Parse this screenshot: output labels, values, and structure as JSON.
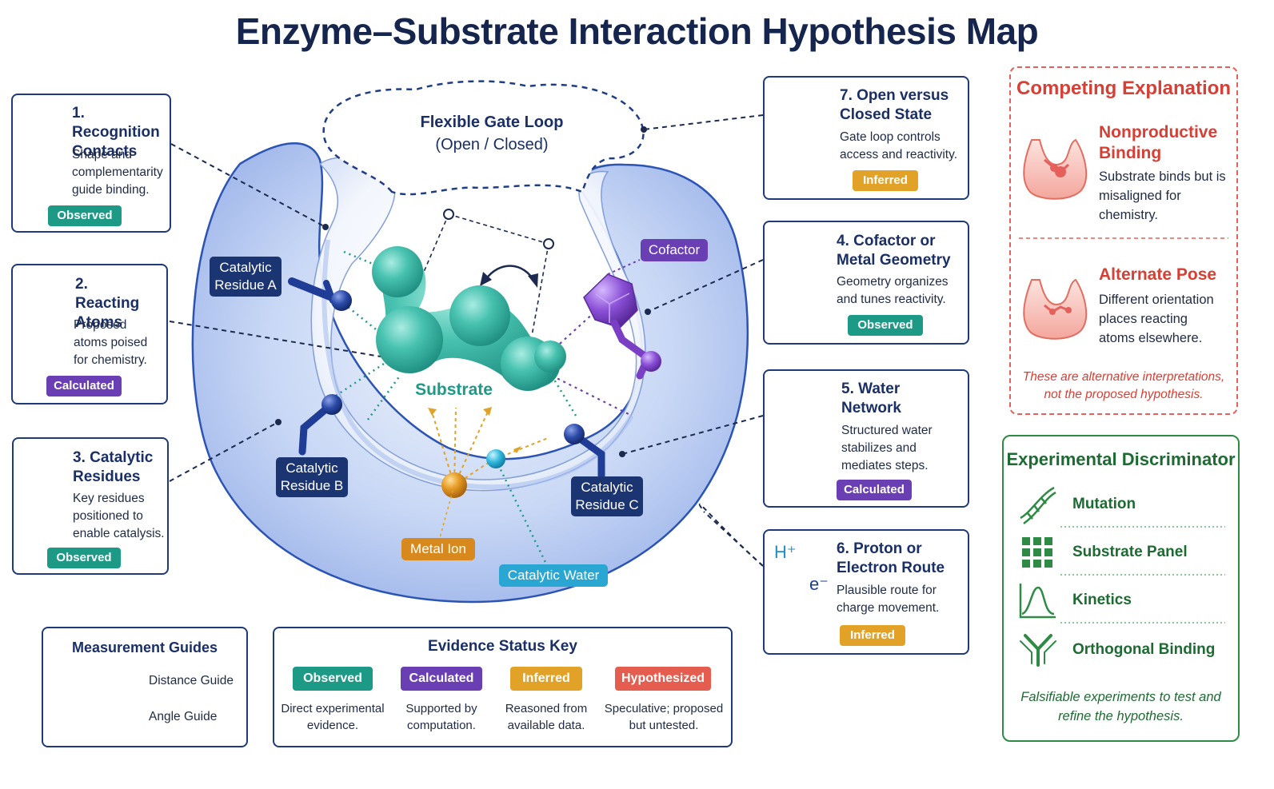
{
  "title": "Enzyme–Substrate Interaction Hypothesis Map",
  "center": {
    "gate_loop": "Flexible Gate Loop",
    "gate_loop_state": "(Open / Closed)",
    "substrate": "Substrate",
    "residue_a": "Catalytic Residue A",
    "residue_b": "Catalytic Residue B",
    "residue_c": "Catalytic Residue C",
    "cofactor": "Cofactor",
    "metal_ion": "Metal Ion",
    "catalytic_water": "Catalytic Water"
  },
  "cards": {
    "recognition": {
      "title": "1. Recognition Contacts",
      "desc": "Shape and complementarity guide binding.",
      "status": "Observed"
    },
    "reacting": {
      "title": "2. Reacting Atoms",
      "desc": "Proposed atoms poised for chemistry.",
      "status": "Calculated"
    },
    "catalytic": {
      "title": "3. Catalytic Residues",
      "desc": "Key residues positioned to enable catalysis.",
      "status": "Observed"
    },
    "cofactor": {
      "title": "4. Cofactor or Metal Geometry",
      "desc": "Geometry organizes and tunes reactivity.",
      "status": "Observed"
    },
    "water": {
      "title": "5. Water Network",
      "desc": "Structured water stabilizes and mediates steps.",
      "status": "Calculated"
    },
    "proton": {
      "title": "6. Proton or Electron Route",
      "desc": "Plausible route for charge movement.",
      "status": "Inferred",
      "h_plus": "H⁺",
      "e_minus": "e⁻"
    },
    "open_closed": {
      "title": "7. Open versus Closed State",
      "desc": "Gate loop controls access and reactivity.",
      "status": "Inferred"
    }
  },
  "competing": {
    "title": "Competing Explanation",
    "items": [
      {
        "title": "Nonproductive Binding",
        "desc": "Substrate binds but is misaligned for chemistry."
      },
      {
        "title": "Alternate Pose",
        "desc": "Different orientation places reacting atoms elsewhere."
      }
    ],
    "note": "These are alternative interpretations, not the proposed hypothesis."
  },
  "experimental": {
    "title": "Experimental Discriminator",
    "items": [
      "Mutation",
      "Substrate Panel",
      "Kinetics",
      "Orthogonal Binding"
    ],
    "note": "Falsifiable experiments to test and refine the hypothesis."
  },
  "measurement": {
    "title": "Measurement Guides",
    "distance": "Distance Guide",
    "angle": "Angle Guide"
  },
  "evidence_key": {
    "title": "Evidence Status Key",
    "items": [
      {
        "label": "Observed",
        "desc": "Direct experimental evidence."
      },
      {
        "label": "Calculated",
        "desc": "Supported by computation."
      },
      {
        "label": "Inferred",
        "desc": "Reasoned from available data."
      },
      {
        "label": "Hypothesized",
        "desc": "Speculative; proposed but untested."
      }
    ]
  },
  "colors": {
    "navy": "#1b3573",
    "teal": "#1c9a86",
    "purple": "#6a3fb3",
    "amber": "#e2a227",
    "coral": "#e45d4e",
    "green": "#2f8a45",
    "red": "#d83f34"
  }
}
